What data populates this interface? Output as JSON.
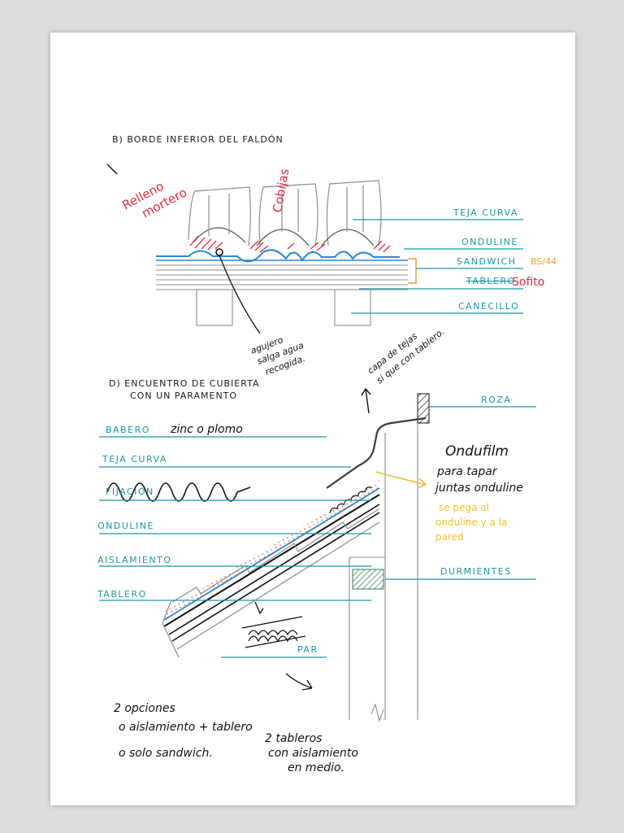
{
  "colors": {
    "teal": "#1a97a6",
    "red": "#e8283c",
    "blue": "#2a86d6",
    "yellow": "#f2c12e",
    "orange": "#f0a030",
    "ink": "#1a1a1a",
    "pencil": "#9a9a9a"
  },
  "section_b": {
    "title": "B) BORDE INFERIOR DEL FALDÓN",
    "relleno_label": "Relleno",
    "mortero_label": "mortero",
    "cobijas_label": "Cobijas",
    "labels": {
      "teja_curva": "TEJA CURVA",
      "onduline": "ONDULINE",
      "sandwich": "SANDWICH",
      "sandwich_note": "BS/44",
      "tablero": "TABLERO",
      "sofito": "Sofito",
      "canecillo": "CANECILLO"
    },
    "hole_note": [
      "agujero",
      "salga agua",
      "recogida."
    ]
  },
  "section_d": {
    "title_line1": "D) ENCUENTRO DE CUBIERTA",
    "title_line2": "CON UN PARAMENTO",
    "capa_note": [
      "capa de tejas",
      "si que con tablero."
    ],
    "labels": {
      "babero": "BABERO",
      "babero_note": "zinc o plomo",
      "teja_curva": "TEJA CURVA",
      "fijacion": "FIJACIÓN",
      "onduline": "ONDULINE",
      "aislamiento": "AISLAMIENTO",
      "tablero": "TABLERO",
      "roza": "ROZA",
      "durmientes": "DURMIENTES",
      "par": "PAR"
    },
    "ondufilm": [
      "Ondufilm",
      "para tapar",
      "juntas onduline"
    ],
    "ondufilm_note": [
      "se pega al",
      "onduline y a la",
      "pared"
    ]
  },
  "options_note": {
    "line1": "2 opciones",
    "line2": "o  aislamiento + tablero",
    "line3": "o  solo sandwich.",
    "line3b": "2 tableros",
    "line4": "con aislamiento",
    "line5": "en medio."
  }
}
